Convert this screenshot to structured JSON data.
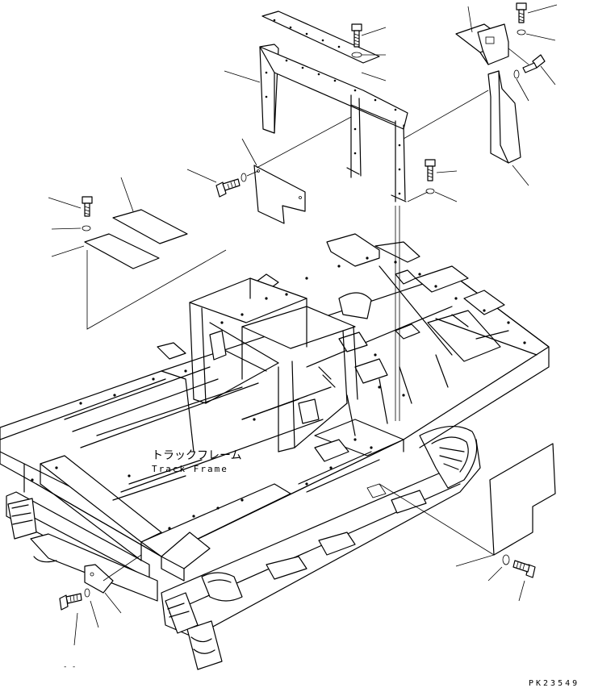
{
  "diagram": {
    "label_jp": "トラックフレーム",
    "label_en": "Track Frame",
    "drawing_code": "PK23549",
    "bottom_mark": "- -"
  }
}
